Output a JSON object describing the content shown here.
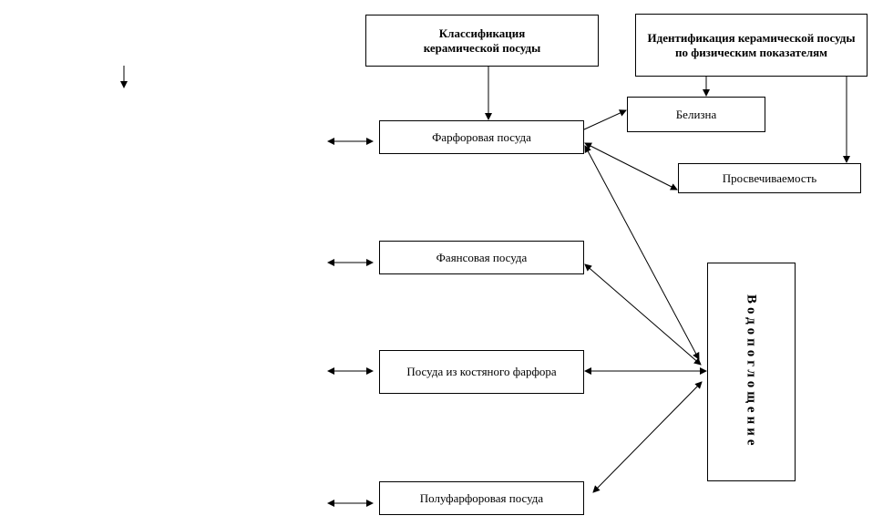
{
  "diagram": {
    "classification": "Классификация\nкерамической посуды",
    "identification": "Идентификация керамической посуды по физическим показателям",
    "whiteness": "Белизна",
    "translucency": "Просвечиваемость",
    "porcelain": "Фарфоровая посуда",
    "faience": "Фаянсовая посуда",
    "bone_china": "Посуда из костяного фарфора",
    "semi_porcelain": "Полуфарфоровая посуда",
    "water_absorption": "Водопоглощение"
  }
}
